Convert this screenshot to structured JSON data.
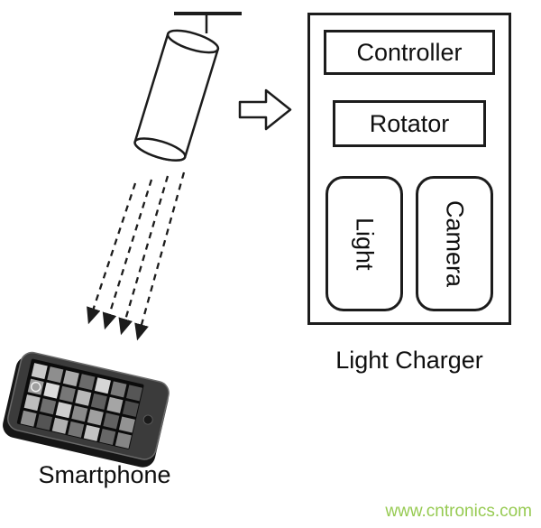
{
  "charger": {
    "controller_label": "Controller",
    "rotator_label": "Rotator",
    "light_label": "Light",
    "camera_label": "Camera",
    "caption": "Light Charger"
  },
  "smartphone_caption": "Smartphone",
  "watermark": "www.cntronics.com",
  "colors": {
    "outline": "#1c1c1c",
    "watermark_green": "#8bc53f"
  }
}
